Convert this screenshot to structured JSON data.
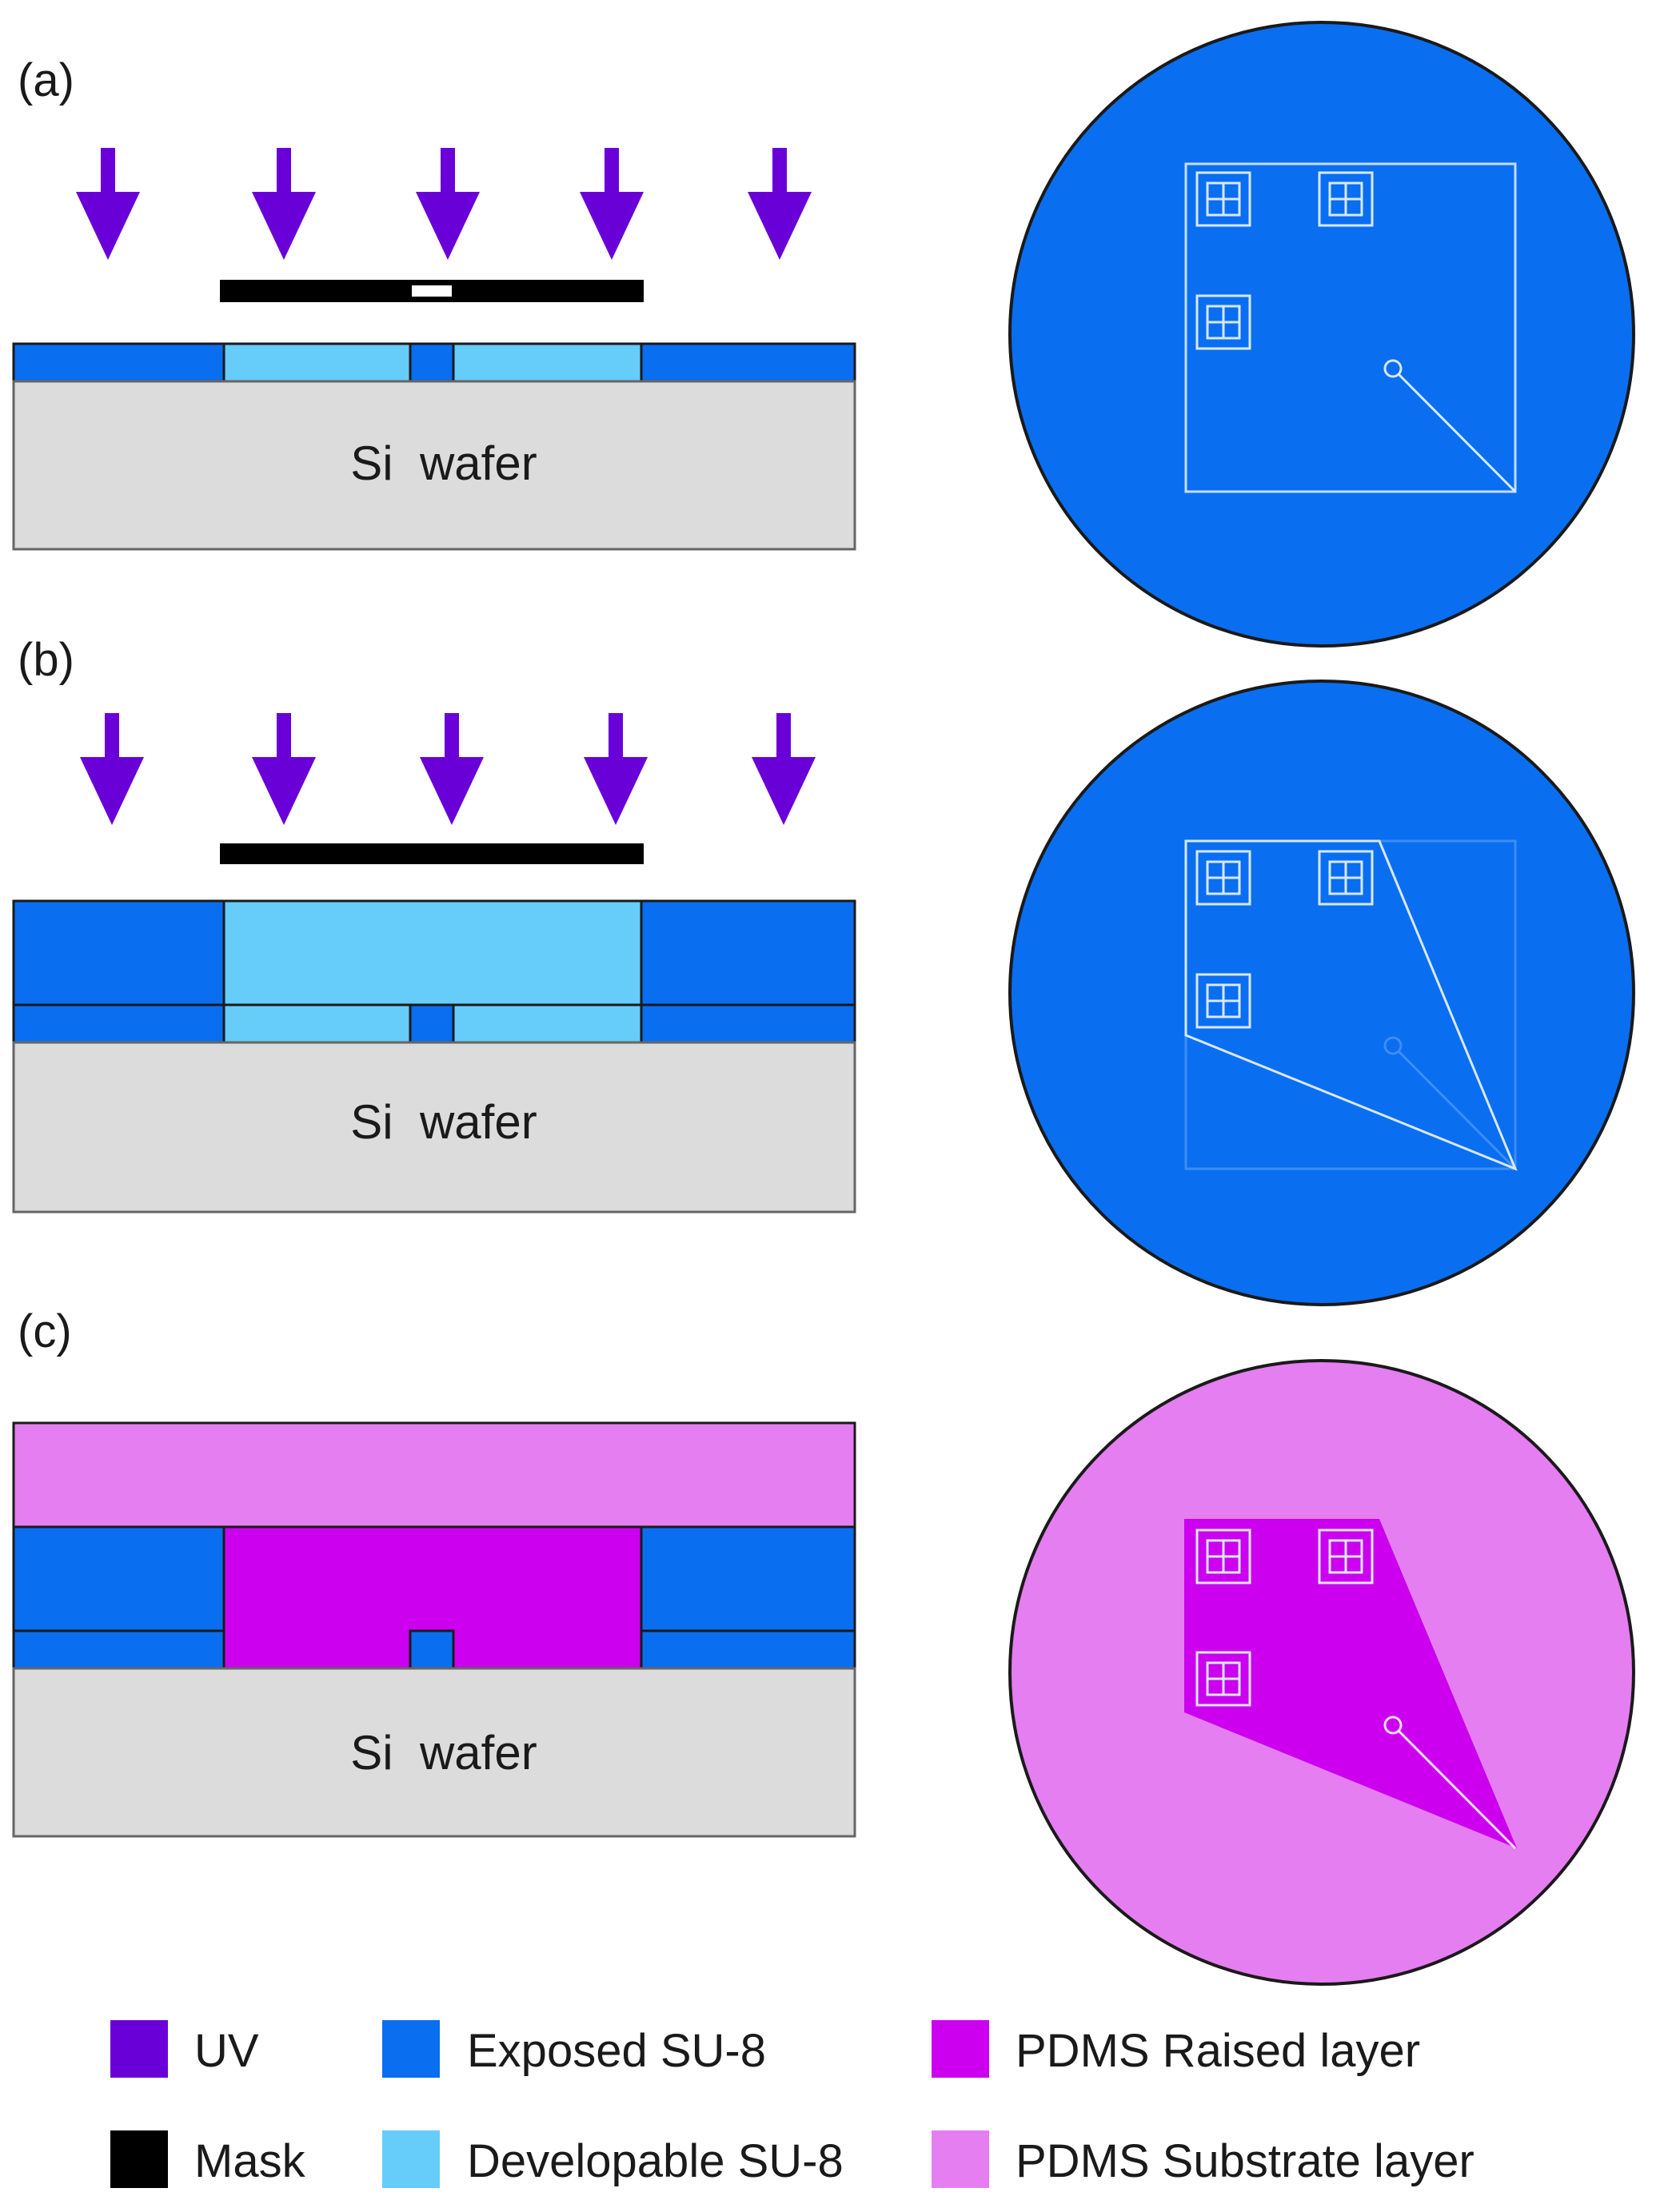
{
  "panels": [
    {
      "label": "(a)",
      "substrate_label": "Si  wafer"
    },
    {
      "label": "(b)",
      "substrate_label": "Si  wafer"
    },
    {
      "label": "(c)",
      "substrate_label": "Si  wafer"
    }
  ],
  "legend": [
    {
      "label": "UV",
      "color": "#6a00d8"
    },
    {
      "label": "Mask",
      "color": "#000000"
    },
    {
      "label": "Exposed SU-8",
      "color": "#0a6ef0"
    },
    {
      "label": "Developable SU-8",
      "color": "#66ccf9"
    },
    {
      "label": "PDMS Raised layer",
      "color": "#cc00ee"
    },
    {
      "label": "PDMS Substrate layer",
      "color": "#e57ef0"
    }
  ],
  "colors": {
    "uv": "#6a00d8",
    "mask": "#000000",
    "exposed_su8": "#0a6ef0",
    "developable_su8": "#66ccf9",
    "pdms_raised": "#cc00ee",
    "pdms_substrate": "#e57ef0",
    "si_wafer": "#dcdcdc",
    "pattern_line": "#cfe3ff"
  }
}
